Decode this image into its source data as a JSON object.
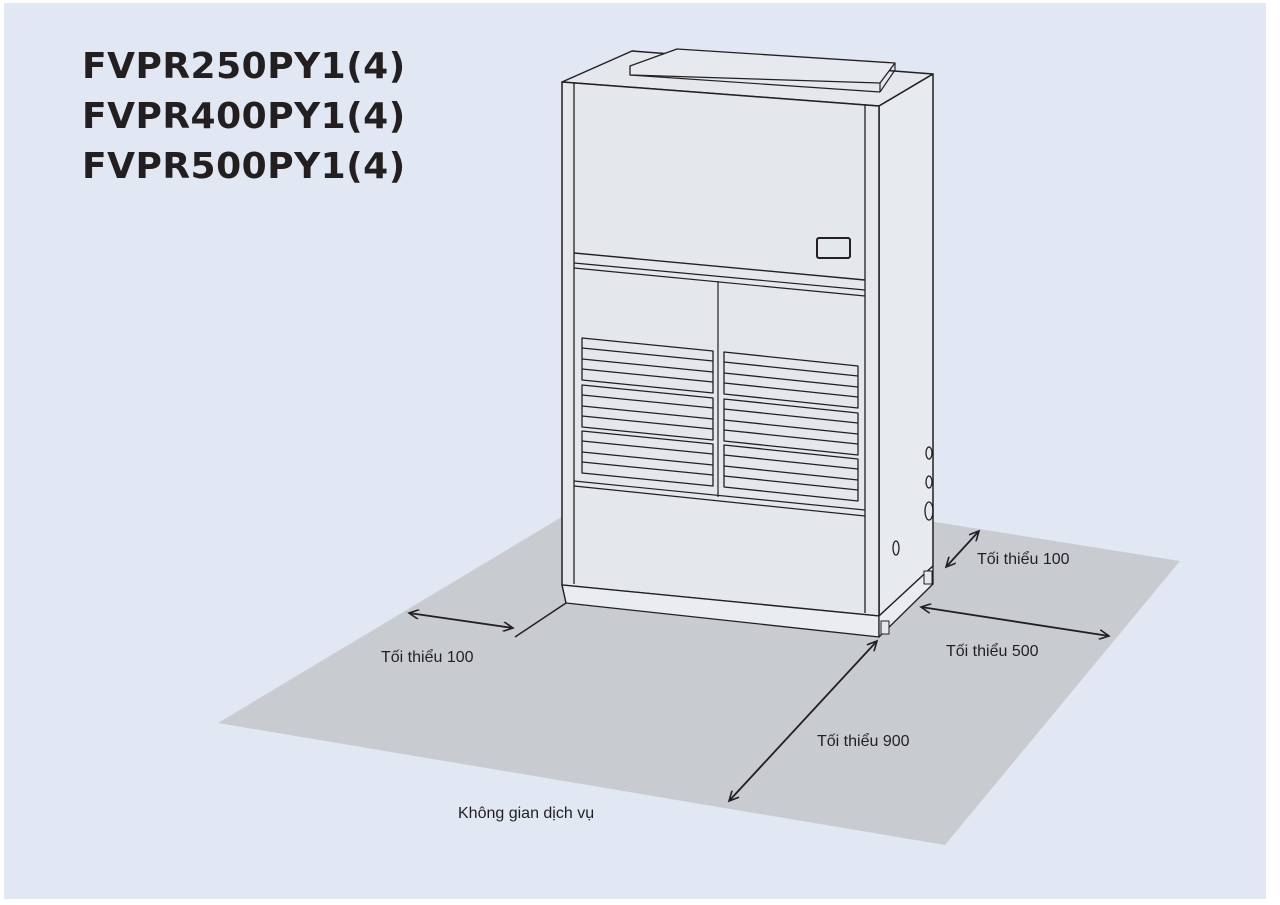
{
  "models": [
    "FVPR250PY1(4)",
    "FVPR400PY1(4)",
    "FVPR500PY1(4)"
  ],
  "clearances": {
    "left": "Tối thiểu 100",
    "rear": "Tối thiểu 100",
    "right": "Tối thiểu 500",
    "front": "Tối thiểu 900"
  },
  "service_space_label": "Không gian dịch vụ",
  "colors": {
    "background": "#e1e8f4",
    "floor": "#c8ccd0",
    "unit_fill": "#e4e8ec",
    "line": "#231f20",
    "text": "#231f20"
  },
  "icons": {
    "unit": "indoor-floor-standing-ac-unit-illustration",
    "arrows": "double-headed-dimension-arrow"
  }
}
